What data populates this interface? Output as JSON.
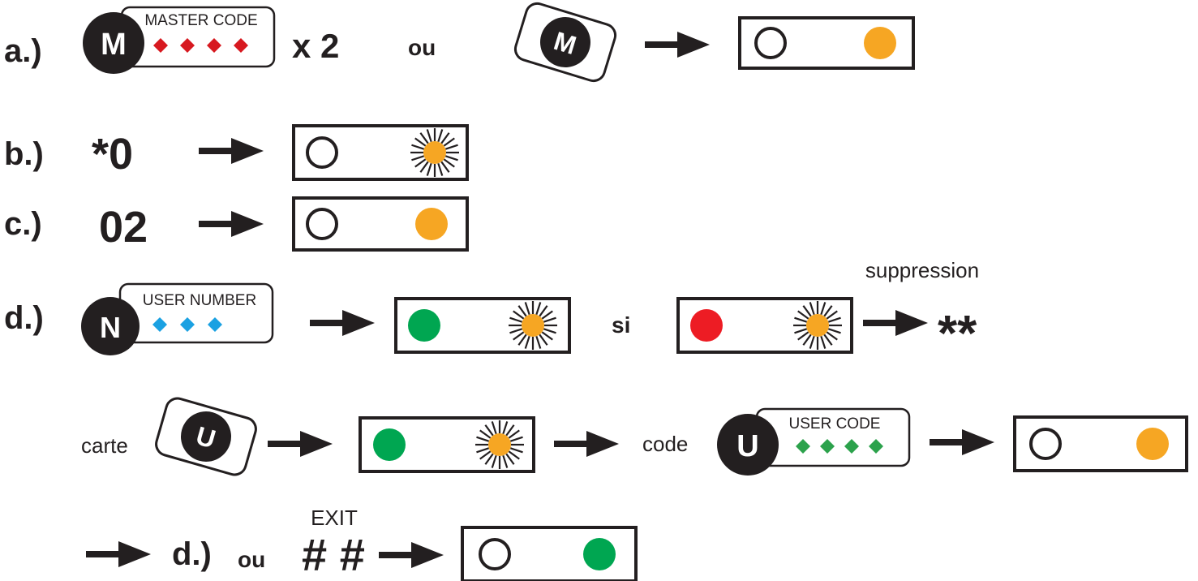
{
  "colors": {
    "ink": "#231f20",
    "orange": "#f6a623",
    "green": "#00a651",
    "red": "#ed1c24",
    "diamond_red": "#d71920",
    "diamond_blue": "#1ba1e2",
    "diamond_green": "#2ca24c"
  },
  "steps": {
    "a_label": "a.)",
    "a_master_badge": "M",
    "a_keypad_title": "MASTER CODE",
    "a_times": "x 2",
    "a_or": "ou",
    "a_card_badge": "M",
    "b_label": "b.)",
    "b_keys": "*0",
    "c_label": "c.)",
    "c_keys": "02",
    "d_label": "d.)",
    "d_user_badge": "N",
    "d_keypad_title": "USER NUMBER",
    "d_if": "si",
    "d_delete_caption": "suppression",
    "d_delete_keys": "**",
    "e_card_word": "carte",
    "e_card_badge": "U",
    "e_code_word": "code",
    "e_code_badge": "U",
    "e_keypad_title": "USER CODE",
    "f_repeat_label": "d.)",
    "f_or": "ou",
    "f_exit_caption": "EXIT",
    "f_exit_keys": "# #"
  },
  "indicators": [
    {
      "id": "a",
      "left": "off",
      "right": "orange-steady"
    },
    {
      "id": "b",
      "left": "off",
      "right": "orange-blinking"
    },
    {
      "id": "c",
      "left": "off",
      "right": "orange-steady"
    },
    {
      "id": "d1",
      "left": "green-steady",
      "right": "orange-blinking"
    },
    {
      "id": "d2",
      "left": "red-steady",
      "right": "orange-blinking"
    },
    {
      "id": "e1",
      "left": "green-steady",
      "right": "orange-blinking"
    },
    {
      "id": "e2",
      "left": "off",
      "right": "orange-steady"
    },
    {
      "id": "f",
      "left": "off",
      "right": "green-steady"
    }
  ]
}
